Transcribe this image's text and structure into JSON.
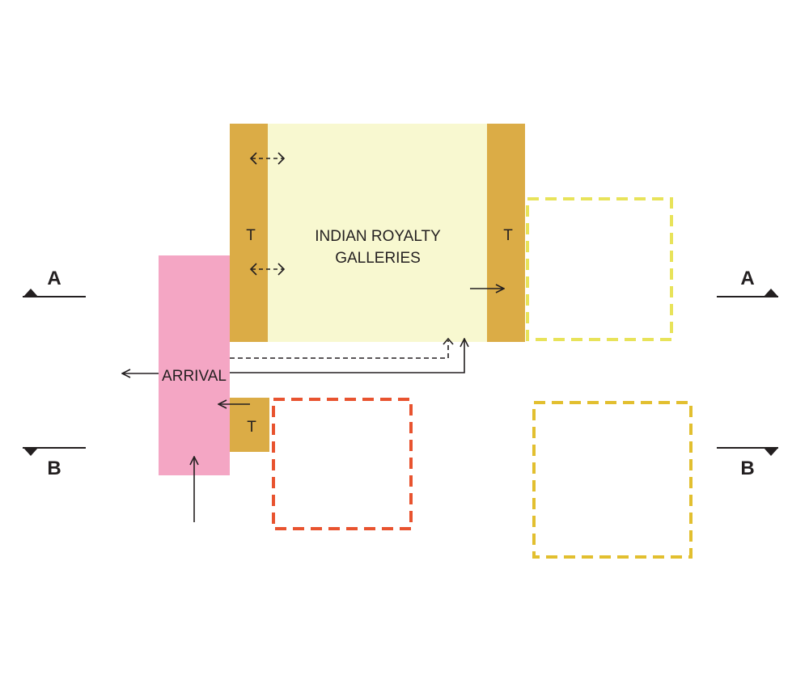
{
  "labels": {
    "gallery_line1": "INDIAN ROYALTY",
    "gallery_line2": "GALLERIES",
    "arrival": "ARRIVAL",
    "transition": "T"
  },
  "section_markers": {
    "a": "A",
    "b": "B"
  },
  "colors": {
    "gallery_fill": "#f8f8d0",
    "transition_fill": "#dbac46",
    "arrival_fill": "#f4a6c4",
    "future_zone_light_yellow": "#e8e35a",
    "future_zone_orange_red": "#e8532f",
    "future_zone_gold": "#e2bf2f",
    "line": "#231f20"
  },
  "icons": {
    "solid_arrow": "arrow-icon",
    "dashed_double_arrow": "dashed-double-arrow-icon",
    "section_marker": "section-marker-icon"
  }
}
